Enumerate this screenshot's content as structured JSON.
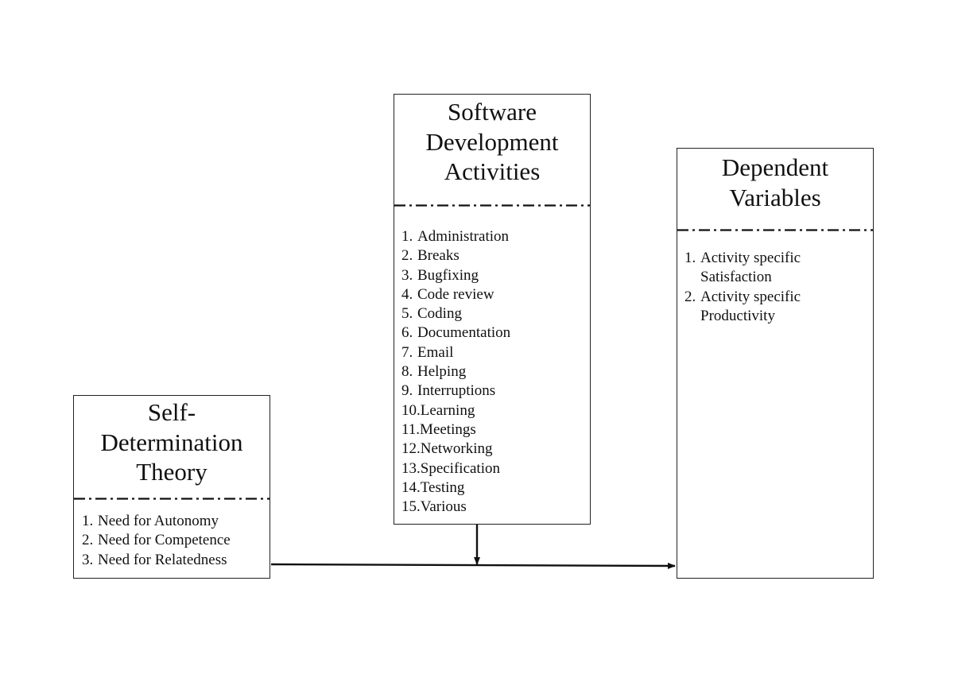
{
  "diagram": {
    "sdt": {
      "title_lines": [
        "Self-",
        "Determination",
        "Theory"
      ],
      "items": [
        {
          "num": "1.",
          "text": "Need for Autonomy"
        },
        {
          "num": "2.",
          "text": "Need for Competence"
        },
        {
          "num": "3.",
          "text": "Need for Relatedness"
        }
      ]
    },
    "activities": {
      "title_lines": [
        "Software",
        "Development",
        "Activities"
      ],
      "items": [
        {
          "num": "1.",
          "text": "Administration"
        },
        {
          "num": "2.",
          "text": "Breaks"
        },
        {
          "num": "3.",
          "text": "Bugfixing"
        },
        {
          "num": "4.",
          "text": "Code review"
        },
        {
          "num": "5.",
          "text": "Coding"
        },
        {
          "num": "6.",
          "text": "Documentation"
        },
        {
          "num": "7.",
          "text": "Email"
        },
        {
          "num": "8.",
          "text": "Helping"
        },
        {
          "num": "9.",
          "text": "Interruptions"
        },
        {
          "num": "10.",
          "text": "Learning"
        },
        {
          "num": "11.",
          "text": "Meetings"
        },
        {
          "num": "12.",
          "text": "Networking"
        },
        {
          "num": "13.",
          "text": "Specification"
        },
        {
          "num": "14.",
          "text": "Testing"
        },
        {
          "num": "15.",
          "text": "Various"
        }
      ]
    },
    "dependent": {
      "title_lines": [
        "Dependent",
        "Variables"
      ],
      "items": [
        {
          "num": "1.",
          "text": "Activity specific\nSatisfaction"
        },
        {
          "num": "2.",
          "text": "Activity specific\nProductivity"
        }
      ]
    }
  },
  "colors": {
    "line": "#111111",
    "border": "#222222",
    "background": "#ffffff"
  }
}
